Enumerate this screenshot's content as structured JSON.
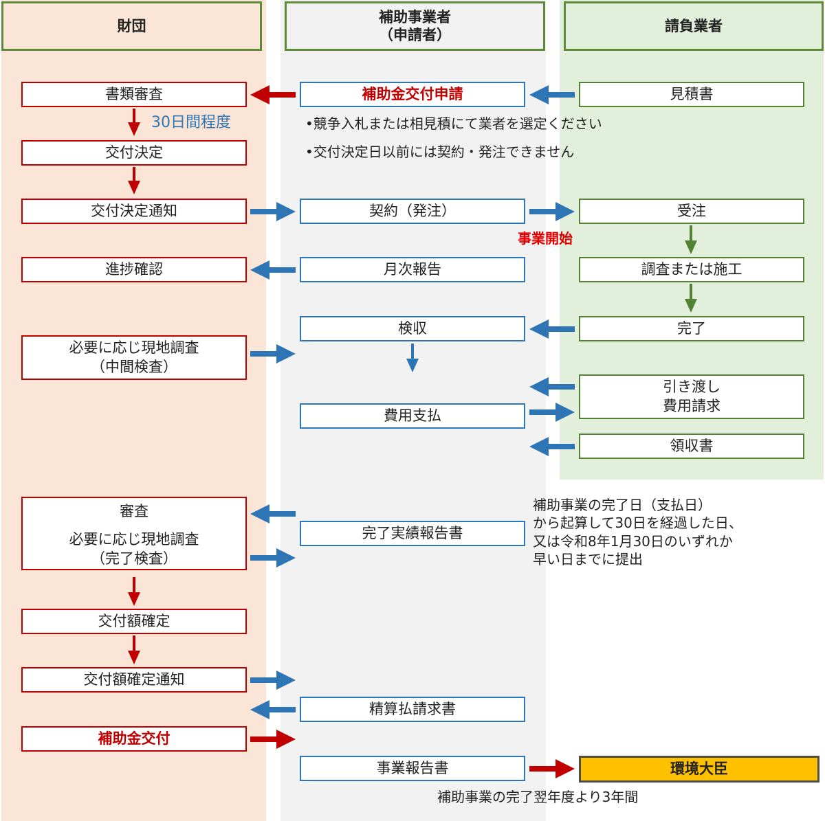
{
  "lanes": {
    "foundation": "財団",
    "applicant": "補助事業者\n（申請者）",
    "contractor": "請負業者"
  },
  "foundation_steps": {
    "document_review": "書類審査",
    "grant_decision": "交付決定",
    "decision_notice": "交付決定通知",
    "progress_check": "進捗確認",
    "interim_inspection": "必要に応じ現地調査\n（中間検査）",
    "final_review_title": "審査",
    "final_review_body": "必要に応じ現地調査\n（完了検査）",
    "amount_confirmation": "交付額確定",
    "amount_notice": "交付額確定通知",
    "grant_payment": "補助金交付"
  },
  "applicant_steps": {
    "grant_application": "補助金交付申請",
    "contract": "契約（発注）",
    "monthly_report": "月次報告",
    "acceptance": "検収",
    "payment": "費用支払",
    "completion_report": "完了実績報告書",
    "settlement_invoice": "精算払請求書",
    "project_report": "事業報告書"
  },
  "contractor_steps": {
    "estimate": "見積書",
    "order_received": "受注",
    "survey_construction": "調査または施工",
    "completion": "完了",
    "delivery_invoice": "引き渡し\n費用請求",
    "receipt": "領収書"
  },
  "minister": "環境大臣",
  "notes": {
    "thirty_days": "30日間程度",
    "bidding_note": "•競争入札または相見積にて業者を選定ください",
    "contract_note": "•交付決定日以前には契約・発注できません",
    "project_start": "事業開始",
    "deadline_note": "補助事業の完了日（支払日）\nから起算して30日を経過した日、\n又は令和8年1月30日のいずれか\n早い日までに提出",
    "report_period": "補助事業の完了翌年度より3年間"
  },
  "colors": {
    "foundation_bg": "#fbe5d6",
    "applicant_bg": "#f2f2f2",
    "contractor_bg": "#e2efda",
    "red": "#c00000",
    "blue": "#2e75b6",
    "green": "#548235",
    "gold": "#ffc000"
  }
}
